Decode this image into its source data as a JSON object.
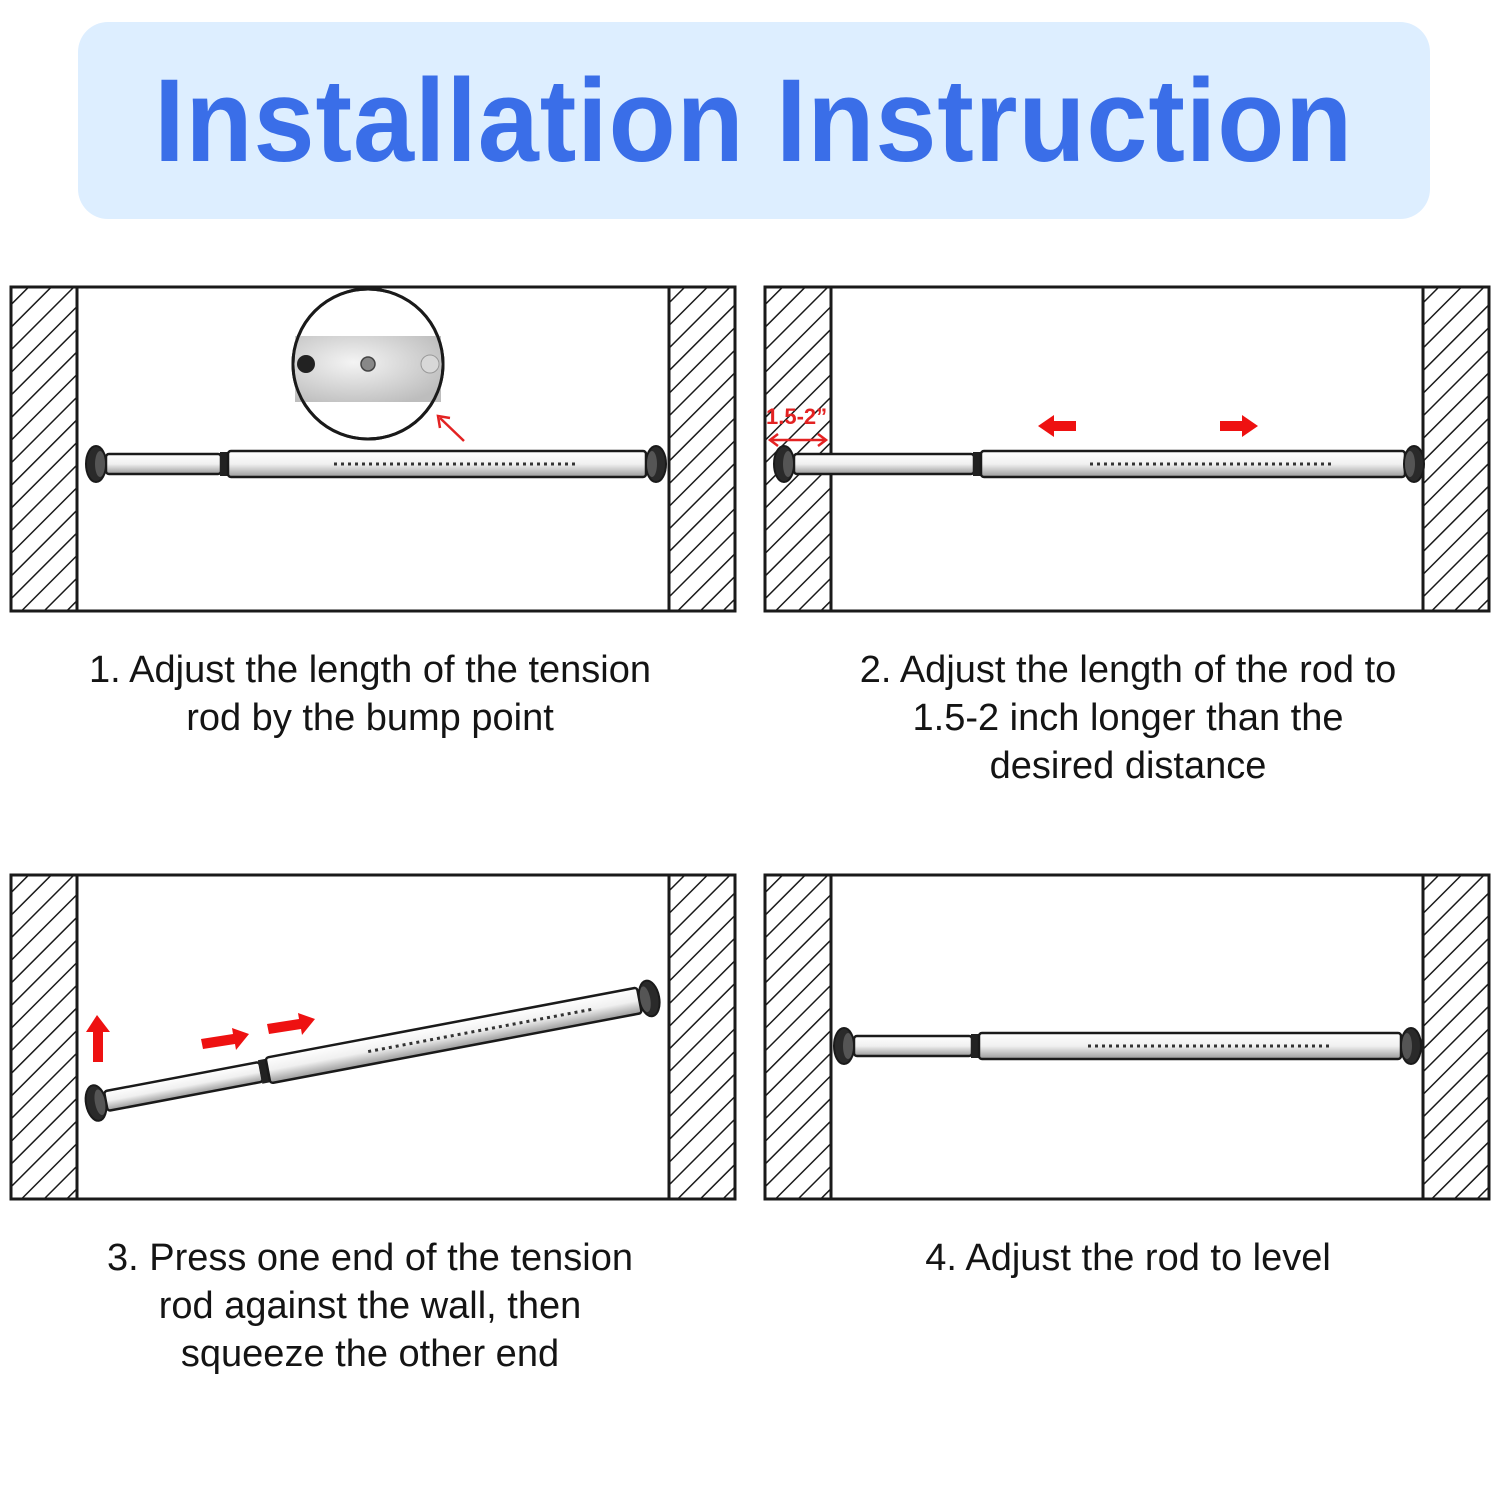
{
  "title": "Installation Instruction",
  "colors": {
    "title": "#3a6ee8",
    "banner_bg": "#ddeeff",
    "arrow": "#ee1111",
    "line": "#1a1a1a"
  },
  "steps": [
    {
      "caption_lines": [
        "1. Adjust the length of the tension",
        "rod by the bump point"
      ],
      "illustration": "rod-with-bump-point-zoom"
    },
    {
      "caption_lines": [
        "2. Adjust the length of the rod to",
        "1.5-2 inch longer than the",
        "desired distance"
      ],
      "illustration": "rod-extended-with-arrows",
      "measurement_label": "1.5-2”"
    },
    {
      "caption_lines": [
        "3. Press one end of the tension",
        "rod against the wall, then",
        "squeeze the other end"
      ],
      "illustration": "rod-tilted-with-push-arrows"
    },
    {
      "caption_lines": [
        "4. Adjust the rod to level"
      ],
      "illustration": "rod-level"
    }
  ]
}
